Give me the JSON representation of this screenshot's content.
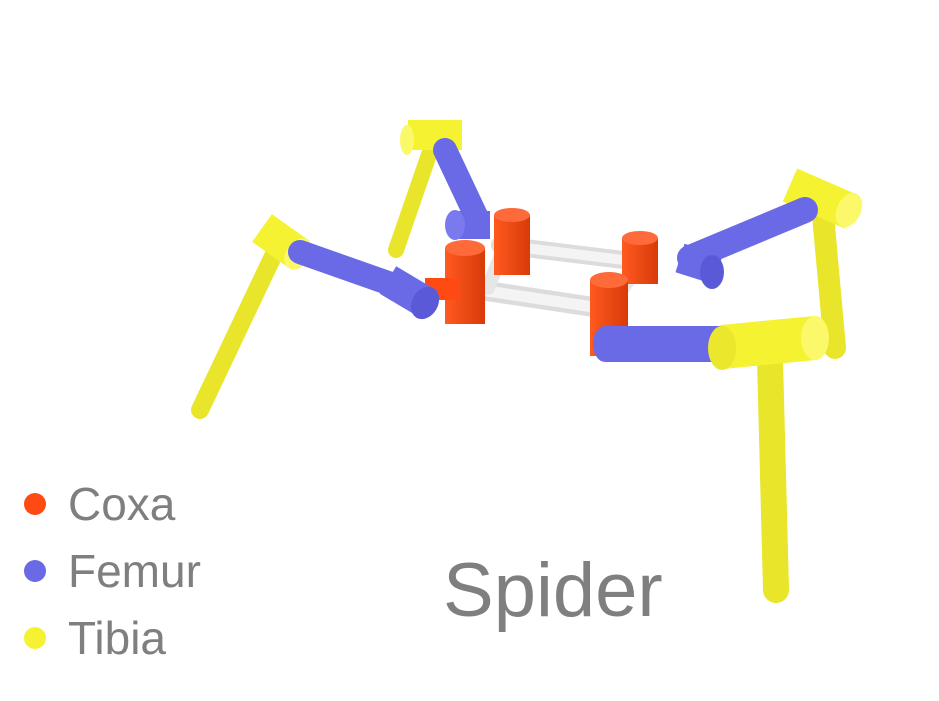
{
  "title": "Spider",
  "colors": {
    "coxa": "#ff4a14",
    "femur": "#6a6ae6",
    "tibia": "#f5f232",
    "body_rod": "#f0f0f0",
    "text": "#7f7f7f"
  },
  "legend": [
    {
      "label": "Coxa",
      "color": "#ff4a14"
    },
    {
      "label": "Femur",
      "color": "#6a6ae6"
    },
    {
      "label": "Tibia",
      "color": "#f5f232"
    }
  ]
}
